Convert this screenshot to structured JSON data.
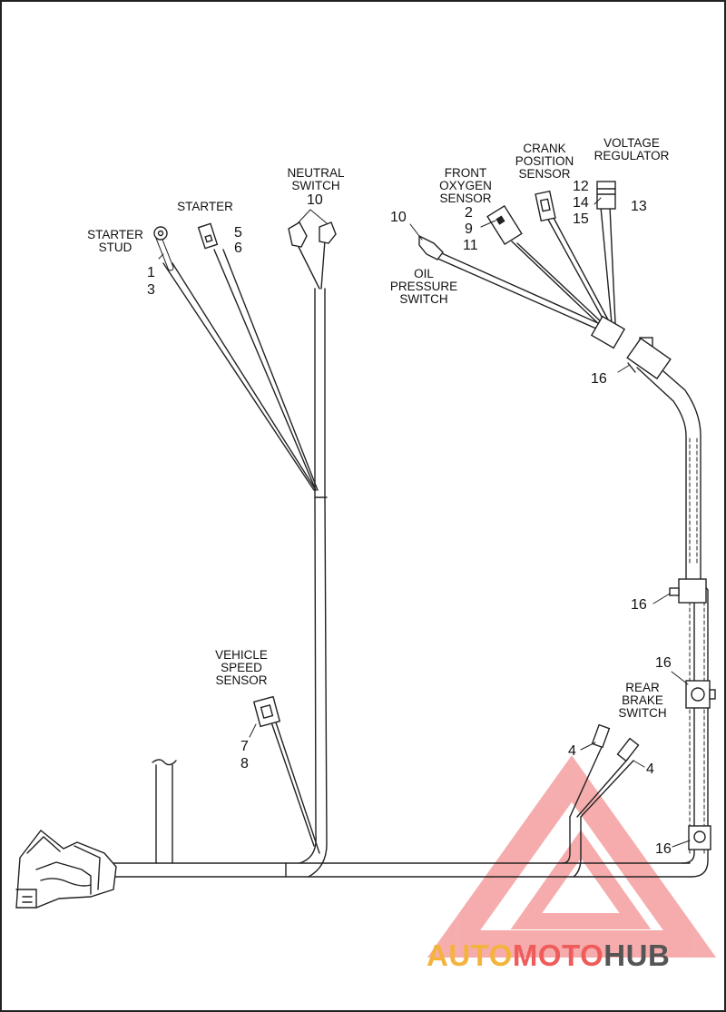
{
  "labels": {
    "starter_stud": "STARTER\nSTUD",
    "starter": "STARTER",
    "neutral_switch": "NEUTRAL\nSWITCH",
    "front_oxygen_sensor": "FRONT\nOXYGEN\nSENSOR",
    "crank_position_sensor": "CRANK\nPOSITION\nSENSOR",
    "voltage_regulator": "VOLTAGE\nREGULATOR",
    "oil_pressure_switch": "OIL\nPRESSURE\nSWITCH",
    "vehicle_speed_sensor": "VEHICLE\nSPEED\nSENSOR",
    "rear_brake_switch": "REAR\nBRAKE\nSWITCH"
  },
  "callouts": {
    "stud_a": "1",
    "stud_b": "3",
    "starter_a": "5",
    "starter_b": "6",
    "neutral": "10",
    "o2_a": "2",
    "o2_b": "9",
    "o2_c": "11",
    "oil": "10",
    "crank_a": "12",
    "crank_b": "14",
    "crank_c": "15",
    "vreg": "13",
    "clip_top": "16",
    "clip_mid": "16",
    "clip_low": "16",
    "clip_bottom": "16",
    "vss_a": "7",
    "vss_b": "8",
    "brake_a": "4",
    "brake_b": "4"
  },
  "watermark": {
    "part1": "AUTO",
    "part2": "MOTO",
    "part3": "HUB"
  },
  "colors": {
    "line": "#222222",
    "triangle": "#ef6a6a",
    "auto": "#f3b33d",
    "moto": "#ef5c5c",
    "hub": "#555555"
  }
}
